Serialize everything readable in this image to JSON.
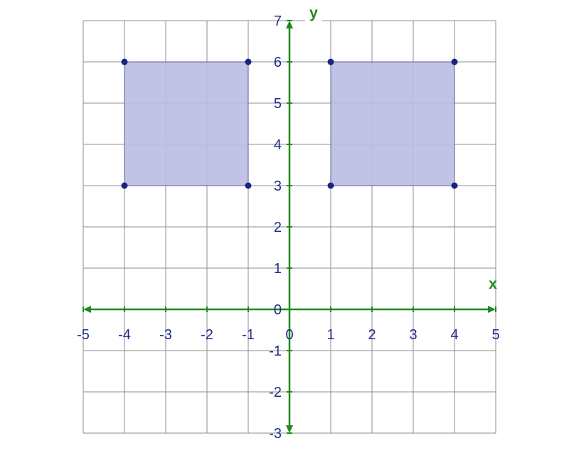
{
  "colors": {
    "background": "#ffffff",
    "grid": "#8c8c8c",
    "axis": "#1e8a1e",
    "axis_label": "#1e8a1e",
    "tick_label": "#1f2c8c",
    "shape_fill": "#bcbde2",
    "shape_stroke": "#5b5f9a",
    "point": "#1a237e"
  },
  "chart_data": {
    "type": "scatter",
    "xlabel": "x",
    "ylabel": "y",
    "xlim": [
      -5,
      5
    ],
    "ylim": [
      -3,
      7
    ],
    "grid": true,
    "x_ticks": [
      "-5",
      "-4",
      "-3",
      "-2",
      "-1",
      "0",
      "1",
      "2",
      "3",
      "4",
      "5"
    ],
    "y_ticks": [
      "7",
      "6",
      "5",
      "4",
      "3",
      "2",
      "1",
      "0",
      "-1",
      "-2",
      "-3"
    ],
    "rectangles": [
      {
        "corners": [
          [
            -4,
            6
          ],
          [
            -1,
            6
          ],
          [
            -1,
            3
          ],
          [
            -4,
            3
          ]
        ]
      },
      {
        "corners": [
          [
            1,
            6
          ],
          [
            4,
            6
          ],
          [
            4,
            3
          ],
          [
            1,
            3
          ]
        ]
      }
    ]
  }
}
